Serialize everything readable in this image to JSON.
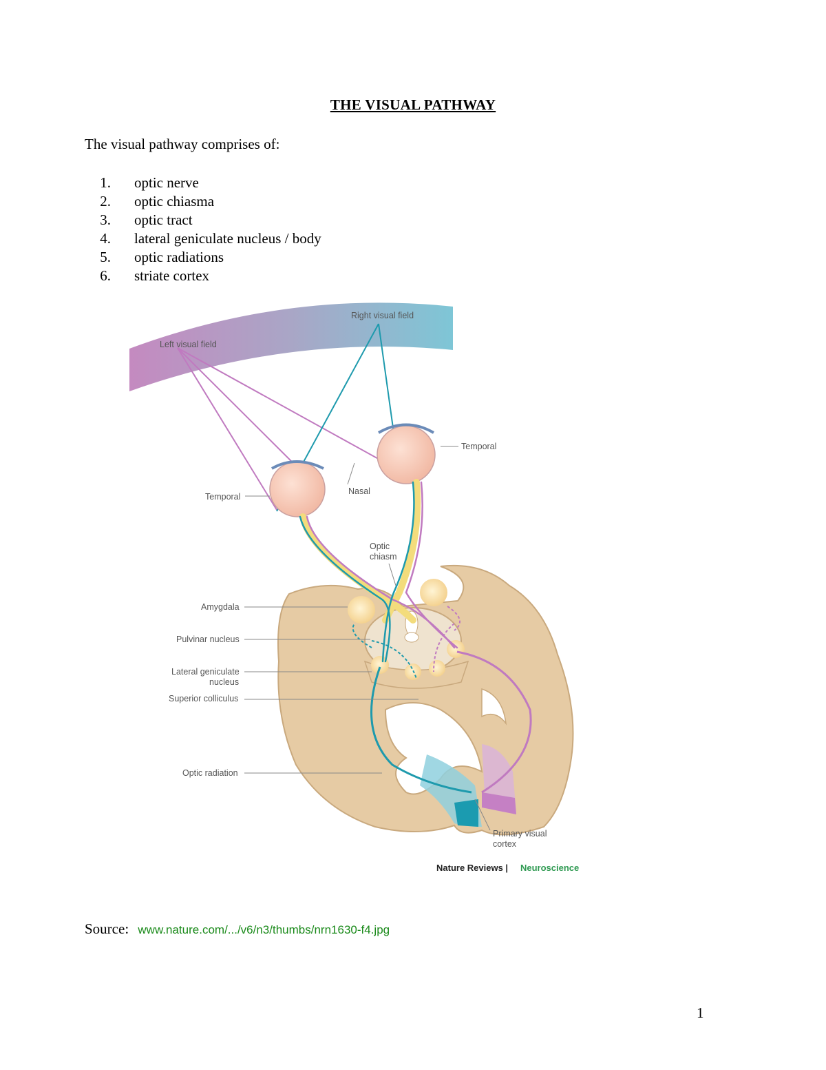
{
  "doc": {
    "title": "THE VISUAL PATHWAY",
    "intro": "The visual pathway comprises of:",
    "items": [
      {
        "num": "1.",
        "text": "optic nerve"
      },
      {
        "num": "2.",
        "text": "optic chiasma"
      },
      {
        "num": "3.",
        "text": "optic tract"
      },
      {
        "num": "4.",
        "text": "lateral geniculate nucleus / body"
      },
      {
        "num": "5.",
        "text": "optic radiations"
      },
      {
        "num": "6.",
        "text": "striate cortex"
      }
    ],
    "source_label": "Source:",
    "source_url": "www.nature.com/.../v6/n3/thumbs/nrn1630-f4.jpg",
    "page_number": "1"
  },
  "figure": {
    "left_visual_field": "Left visual field",
    "right_visual_field": "Right visual field",
    "temporal_right": "Temporal",
    "temporal_left": "Temporal",
    "nasal": "Nasal",
    "optic_chiasm_1": "Optic",
    "optic_chiasm_2": "chiasm",
    "amygdala": "Amygdala",
    "pulvinar": "Pulvinar nucleus",
    "lgn_1": "Lateral geniculate",
    "lgn_2": "nucleus",
    "superior_colliculus": "Superior colliculus",
    "optic_radiation": "Optic radiation",
    "primary_visual_1": "Primary visual",
    "primary_visual_2": "cortex",
    "credit_journal": "Nature Reviews |",
    "credit_section": "Neuroscience",
    "colors": {
      "left_field": "#c08ac0",
      "right_field": "#7ec4d4",
      "teal_path": "#1e9aad",
      "pink_path": "#c07ac0",
      "yellow_path": "#f3dc7c",
      "brain": "#e6cba4",
      "brain_edge": "#c9a97e",
      "eye": "#f6c8b6"
    }
  }
}
